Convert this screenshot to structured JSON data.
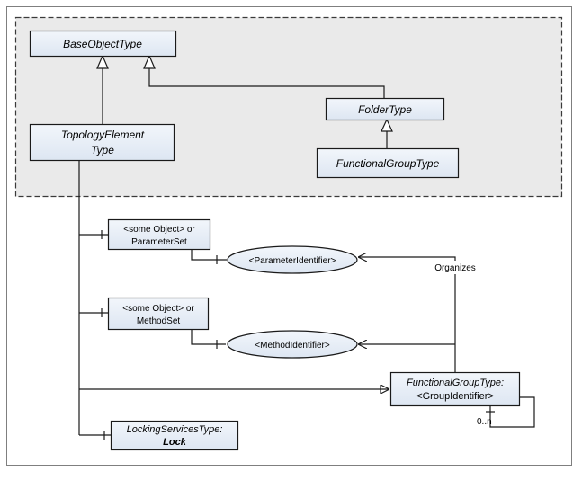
{
  "types": {
    "base_object": {
      "label": "BaseObjectType"
    },
    "topology_element": {
      "line1": "TopologyElement",
      "line2": "Type"
    },
    "folder": {
      "label": "FolderType"
    },
    "functional_group": {
      "label": "FunctionalGroupType"
    }
  },
  "instances": {
    "parameter_set": {
      "line1": "<some Object> or",
      "line2": "ParameterSet"
    },
    "method_set": {
      "line1": "<some Object> or",
      "line2": "MethodSet"
    },
    "functional_group_instance": {
      "line1": "FunctionalGroupType:",
      "line2": "<GroupIdentifier>"
    },
    "locking_services": {
      "line1": "LockingServicesType:",
      "line2": "Lock"
    }
  },
  "variables": {
    "parameter_identifier": {
      "label": "<ParameterIdentifier>"
    },
    "method_identifier": {
      "label": "<MethodIdentifier>"
    }
  },
  "references": {
    "organizes": {
      "label": "Organizes"
    },
    "cardinality": {
      "label": "0..n"
    }
  },
  "colors": {
    "node_fill": "#e6edf7",
    "node_stroke": "#1a1a1a",
    "type_area_fill": "#eaeaea",
    "line": "#1a1a1a"
  }
}
